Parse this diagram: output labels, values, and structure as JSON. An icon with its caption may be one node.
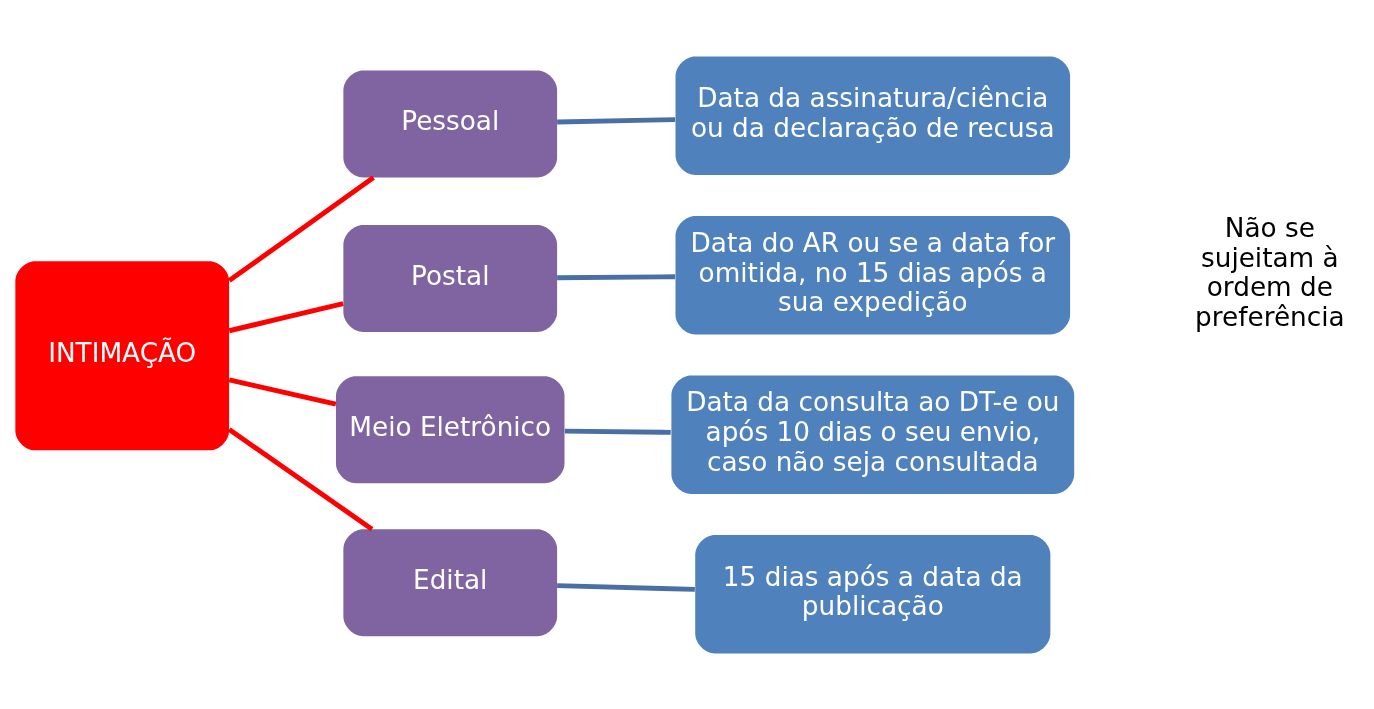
{
  "diagram": {
    "nodes": [
      {
        "text": [
          "INTIMAÇÃO"
        ]
      },
      {
        "text": [
          "Pessoal"
        ]
      },
      {
        "text": [
          "Data da assinatura/ciência ou da declaração de recusa"
        ]
      },
      {
        "text": [
          "Postal"
        ]
      },
      {
        "text": [
          "Data do AR ou se a data for omitida, no 15 dias após a sua expedição"
        ]
      },
      {
        "text": [
          "Meio Eletrônico"
        ]
      },
      {
        "text": [
          "Data da consulta ao DT-e ou após 10 dias o seu envio, caso não seja consultada"
        ]
      },
      {
        "text": [
          "Edital"
        ]
      },
      {
        "text": [
          "15 dias após a data da publicação"
        ]
      }
    ],
    "edges": [
      {
        "from": 0,
        "to": 1,
        "arrow": "none",
        "color": "#ff0000"
      },
      {
        "from": 0,
        "to": 3,
        "arrow": "none",
        "color": "#ff0000"
      },
      {
        "from": 0,
        "to": 5,
        "arrow": "none",
        "color": "#ff0000"
      },
      {
        "from": 0,
        "to": 7,
        "arrow": "none",
        "color": "#ff0000"
      },
      {
        "from": 1,
        "to": 2,
        "arrow": "none",
        "color": "#4a6fa5"
      },
      {
        "from": 3,
        "to": 4,
        "arrow": "none",
        "color": "#4a6fa5"
      },
      {
        "from": 5,
        "to": 6,
        "arrow": "none",
        "color": "#4a6fa5"
      },
      {
        "from": 7,
        "to": 8,
        "arrow": "none",
        "color": "#4a6fa5"
      }
    ],
    "labels": [
      "Não se sujeitam à ordem de preferência"
    ]
  }
}
